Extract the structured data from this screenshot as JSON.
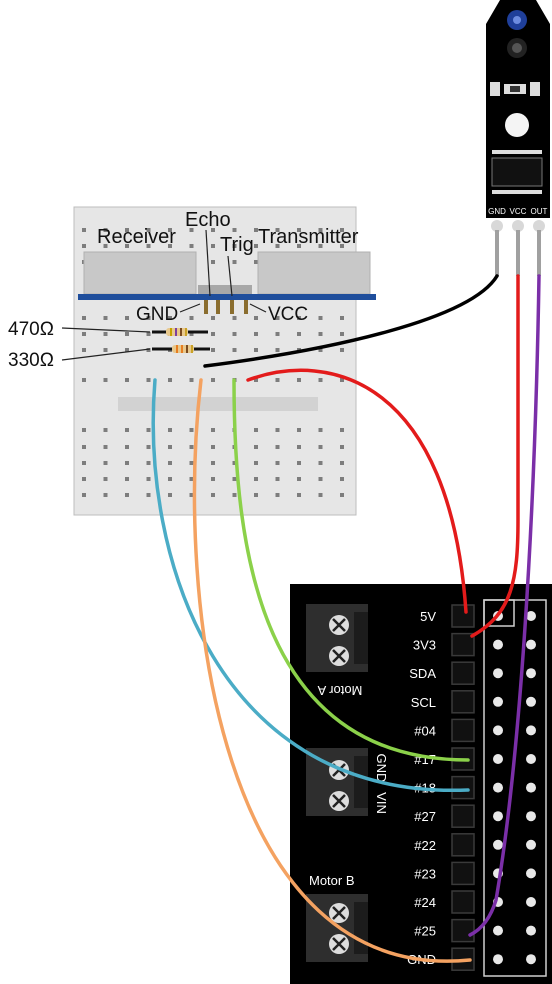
{
  "sensor_labels": {
    "receiver": "Receiver",
    "echo": "Echo",
    "trig": "Trig",
    "transmitter": "Transmitter",
    "gnd": "GND",
    "vcc": "VCC"
  },
  "resistors": {
    "r1": "470Ω",
    "r2": "330Ω"
  },
  "ir_sensor_pins": [
    "GND",
    "VCC",
    "OUT"
  ],
  "motor_board": {
    "motor_a": "Motor A",
    "motor_b": "Motor B",
    "gnd": "GND",
    "vin": "VIN",
    "gpio_labels": [
      "5V",
      "3V3",
      "SDA",
      "SCL",
      "#04",
      "#17",
      "#18",
      "#27",
      "#22",
      "#23",
      "#24",
      "#25",
      "GND"
    ]
  },
  "wire_colors": {
    "red": "#e31b1b",
    "black": "#000000",
    "purple": "#7b2fa8",
    "green": "#8bd14a",
    "blue": "#4bacc6",
    "orange": "#f4a261",
    "grey": "#a0a0a0"
  }
}
